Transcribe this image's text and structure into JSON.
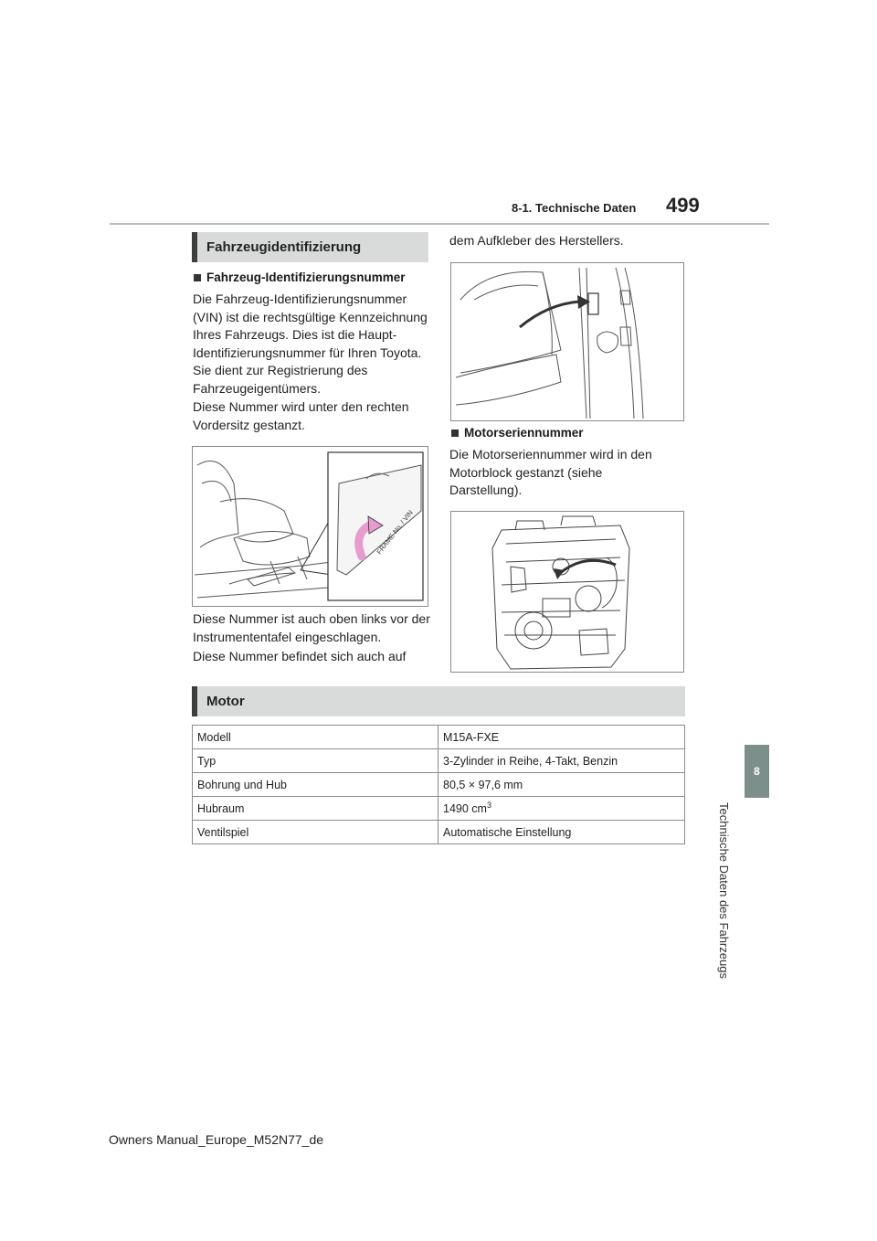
{
  "header": {
    "page_number": "499",
    "section": "8-1. Technische Daten"
  },
  "chapter": {
    "number": "8",
    "title": "Technische Daten des Fahrzeugs"
  },
  "section_vehicle_id": {
    "title": "Fahrzeugidentifizierung",
    "vin_heading": "Fahrzeug-Identifizierungsnummer",
    "vin_text_1": "Die Fahrzeug-Identifizierungsnummer (VIN) ist die rechtsgültige Kennzeichnung Ihres Fahrzeugs. Dies ist die Haupt-Identifizierungsnummer für Ihren Toyota. Sie dient zur Registrierung des Fahrzeugeigentümers.",
    "vin_text_2": "Diese Nummer wird unter den rechten Vordersitz gestanzt.",
    "vin_text_3": "Diese Nummer ist auch oben links vor der Instrumententafel eingeschlagen.",
    "vin_text_4": "Diese Nummer befindet sich auch auf",
    "vin_text_5": "dem Aufkleber des Herstellers.",
    "plate_label": "FRAME No. / VIN",
    "engine_heading": "Motorseriennummer",
    "engine_text": "Die Motorseriennummer wird in den Motorblock gestanzt (siehe Darstellung)."
  },
  "section_motor": {
    "title": "Motor",
    "rows": [
      {
        "key": "Modell",
        "value": "M15A-FXE"
      },
      {
        "key": "Typ",
        "value": "3-Zylinder in Reihe, 4-Takt, Benzin"
      },
      {
        "key": "Bohrung und Hub",
        "value": "80,5 × 97,6 mm"
      },
      {
        "key": "Hubraum",
        "value": "1490 cm",
        "sup": "3"
      },
      {
        "key": "Ventilspiel",
        "value": "Automatische Einstellung"
      }
    ]
  },
  "footer": {
    "text": "Owners Manual_Europe_M52N77_de"
  }
}
